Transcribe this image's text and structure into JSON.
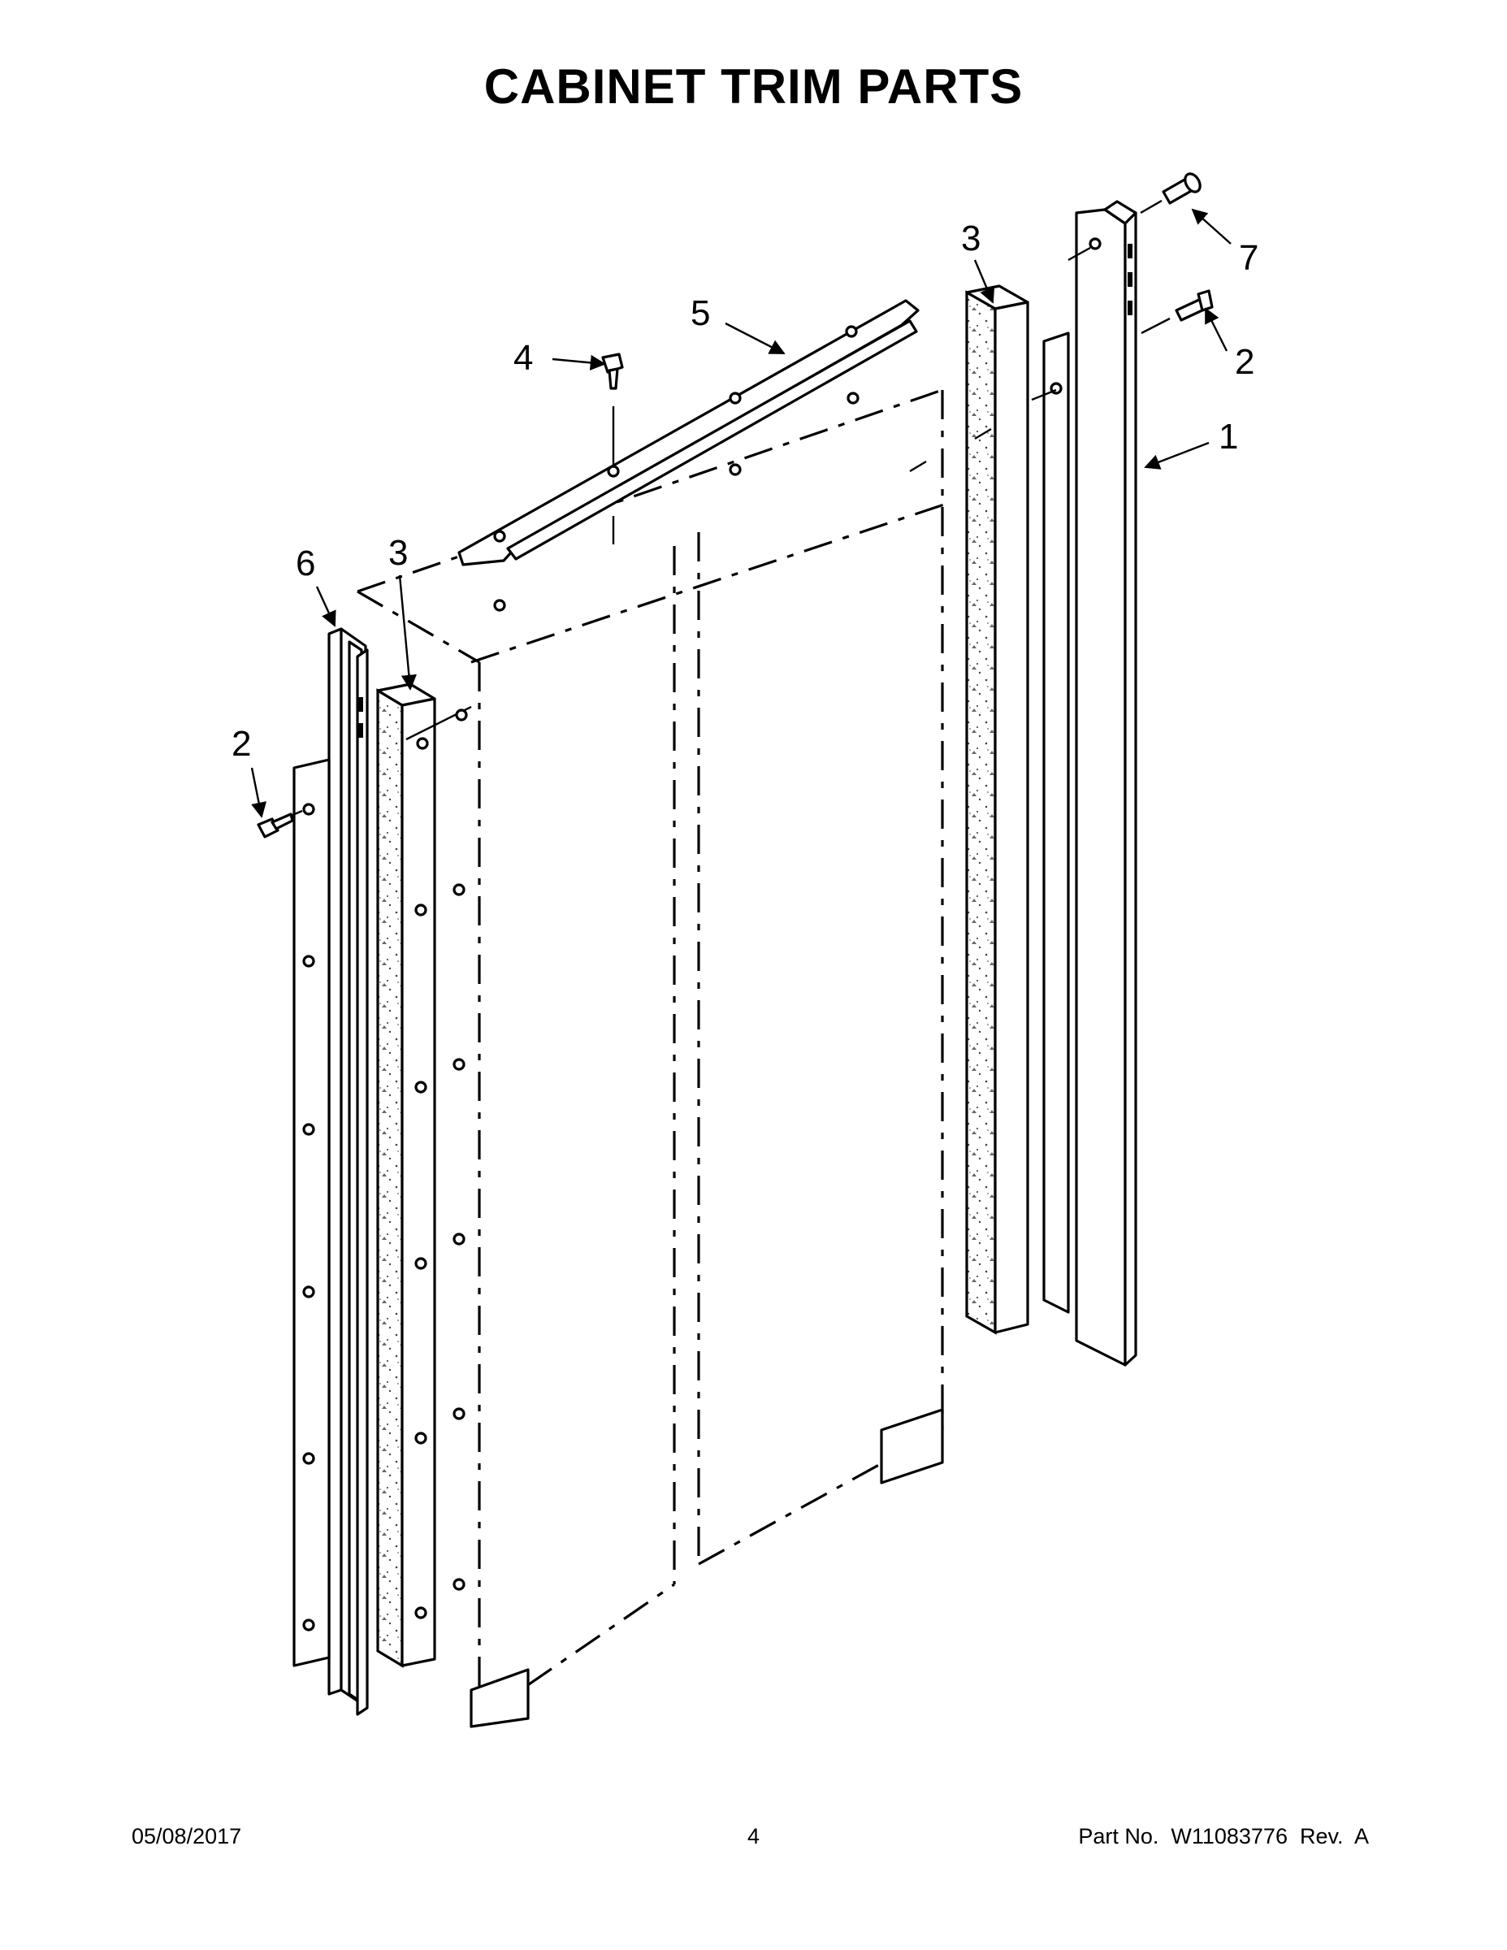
{
  "title": "CABINET TRIM PARTS",
  "callouts": [
    {
      "id": "c1",
      "label": "1"
    },
    {
      "id": "c2a",
      "label": "2"
    },
    {
      "id": "c2b",
      "label": "2"
    },
    {
      "id": "c3a",
      "label": "3"
    },
    {
      "id": "c3b",
      "label": "3"
    },
    {
      "id": "c4",
      "label": "4"
    },
    {
      "id": "c5",
      "label": "5"
    },
    {
      "id": "c6",
      "label": "6"
    },
    {
      "id": "c7",
      "label": "7"
    }
  ],
  "footer": {
    "date": "05/08/2017",
    "page": "4",
    "part": "Part No.  W11083776  Rev.  A"
  }
}
